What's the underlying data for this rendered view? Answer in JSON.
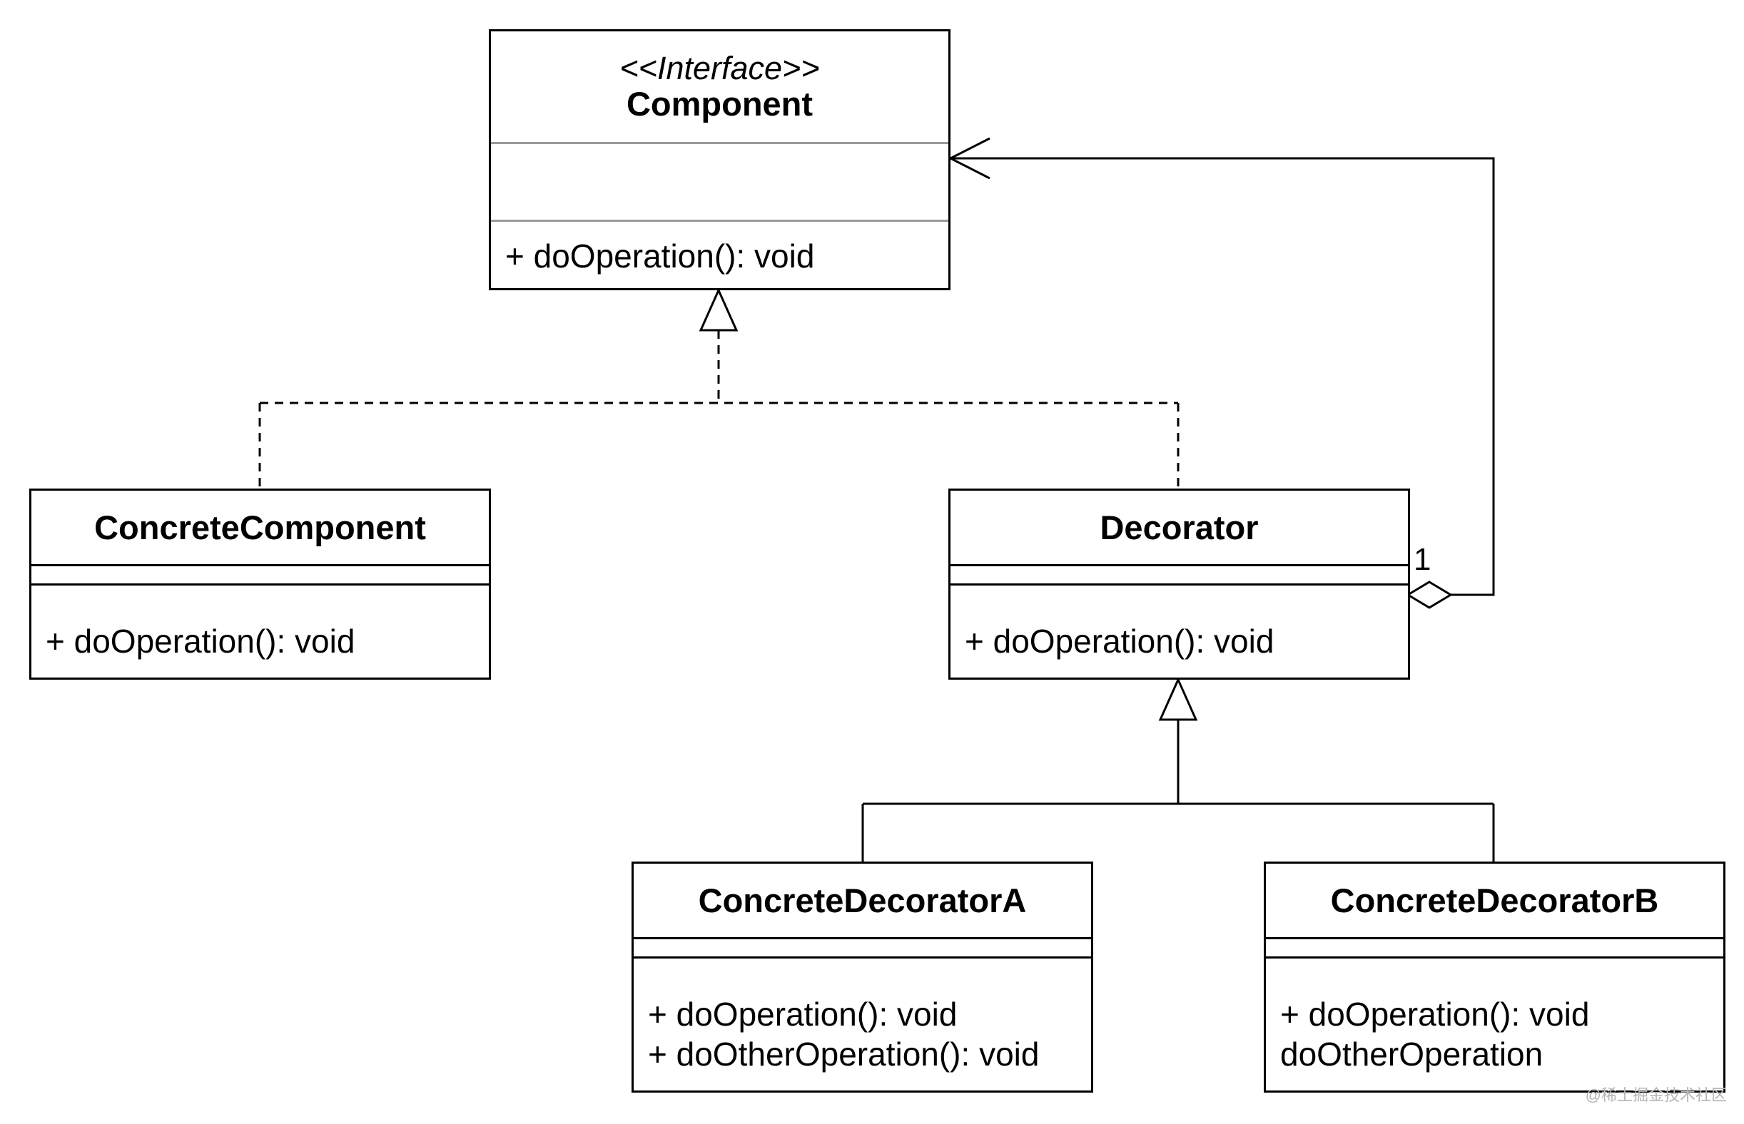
{
  "classes": {
    "component": {
      "stereotype": "<<Interface>>",
      "name": "Component",
      "operations": [
        "+ doOperation(): void"
      ]
    },
    "concrete_component": {
      "name": "ConcreteComponent",
      "operations": [
        "+ doOperation(): void"
      ]
    },
    "decorator": {
      "name": "Decorator",
      "operations": [
        "+ doOperation(): void"
      ]
    },
    "concrete_decorator_a": {
      "name": "ConcreteDecoratorA",
      "operations": [
        "+ doOperation(): void",
        "+ doOtherOperation(): void"
      ]
    },
    "concrete_decorator_b": {
      "name": "ConcreteDecoratorB",
      "operations": [
        "+ doOperation(): void",
        "doOtherOperation"
      ]
    }
  },
  "relations": {
    "aggregation_multiplicity": "1"
  },
  "watermark": "@稀土掘金技术社区",
  "colors": {
    "stroke": "#000000",
    "interface_divider": "#9a9a9a",
    "background": "#ffffff",
    "watermark": "#b5b5b5"
  }
}
